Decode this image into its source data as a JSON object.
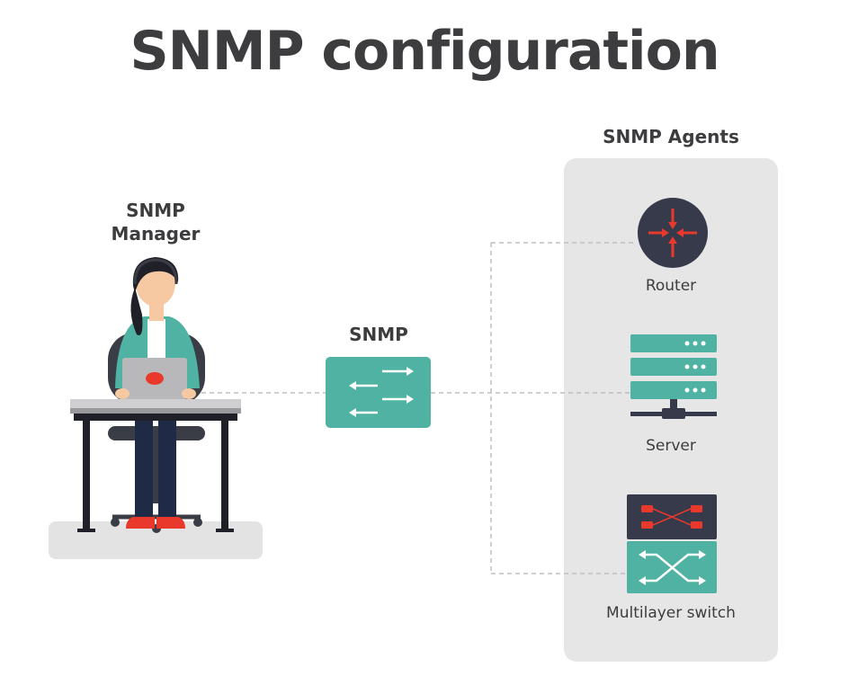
{
  "title": "SNMP configuration",
  "manager": {
    "label_line1": "SNMP",
    "label_line2": "Manager"
  },
  "protocol": {
    "label": "SNMP"
  },
  "agents": {
    "heading": "SNMP Agents",
    "items": [
      {
        "label": "Router"
      },
      {
        "label": "Server"
      },
      {
        "label": "Multilayer switch"
      }
    ]
  },
  "colors": {
    "teal": "#4fb2a3",
    "dark": "#363a4a",
    "red": "#e8392c",
    "panel": "#e6e6e6",
    "text": "#3d3d3f"
  }
}
